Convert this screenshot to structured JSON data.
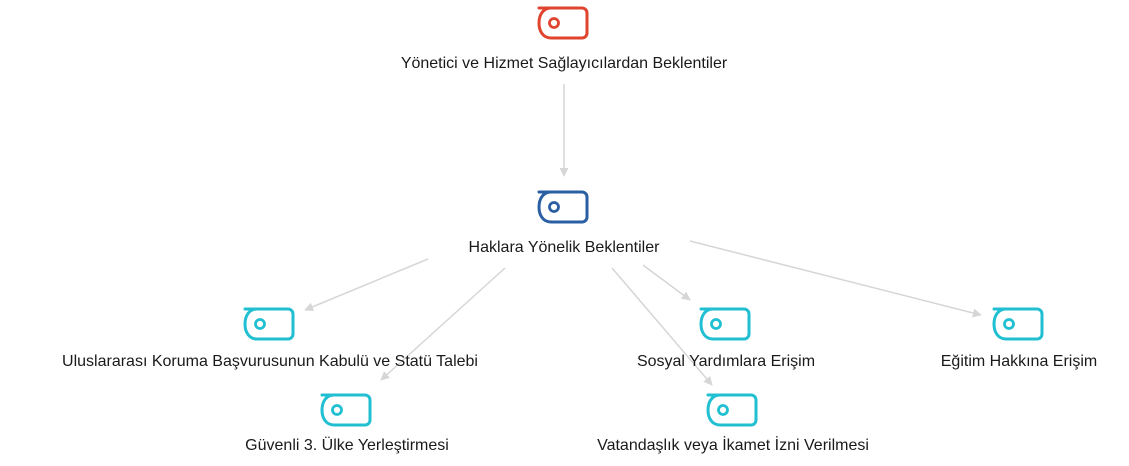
{
  "colors": {
    "root": "#E0442F",
    "hub": "#2A5FA3",
    "leaf": "#20BFD2",
    "edge": "#d6d6d6",
    "text": "#1a1a1a"
  },
  "nodes": {
    "root": {
      "label": "Yönetici ve Hizmet Sağlayıcılardan Beklentiler",
      "icon": "tag-icon"
    },
    "hub": {
      "label": "Haklara Yönelik Beklentiler",
      "icon": "tag-icon"
    },
    "leaf1": {
      "label": "Uluslararası Koruma Başvurusunun Kabulü ve Statü Talebi",
      "icon": "tag-icon"
    },
    "leaf2": {
      "label": "Güvenli 3. Ülke Yerleştirmesi",
      "icon": "tag-icon"
    },
    "leaf3": {
      "label": "Sosyal Yardımlara Erişim",
      "icon": "tag-icon"
    },
    "leaf4": {
      "label": "Vatandaşlık veya İkamet İzni Verilmesi",
      "icon": "tag-icon"
    },
    "leaf5": {
      "label": "Eğitim Hakkına Erişim",
      "icon": "tag-icon"
    }
  }
}
